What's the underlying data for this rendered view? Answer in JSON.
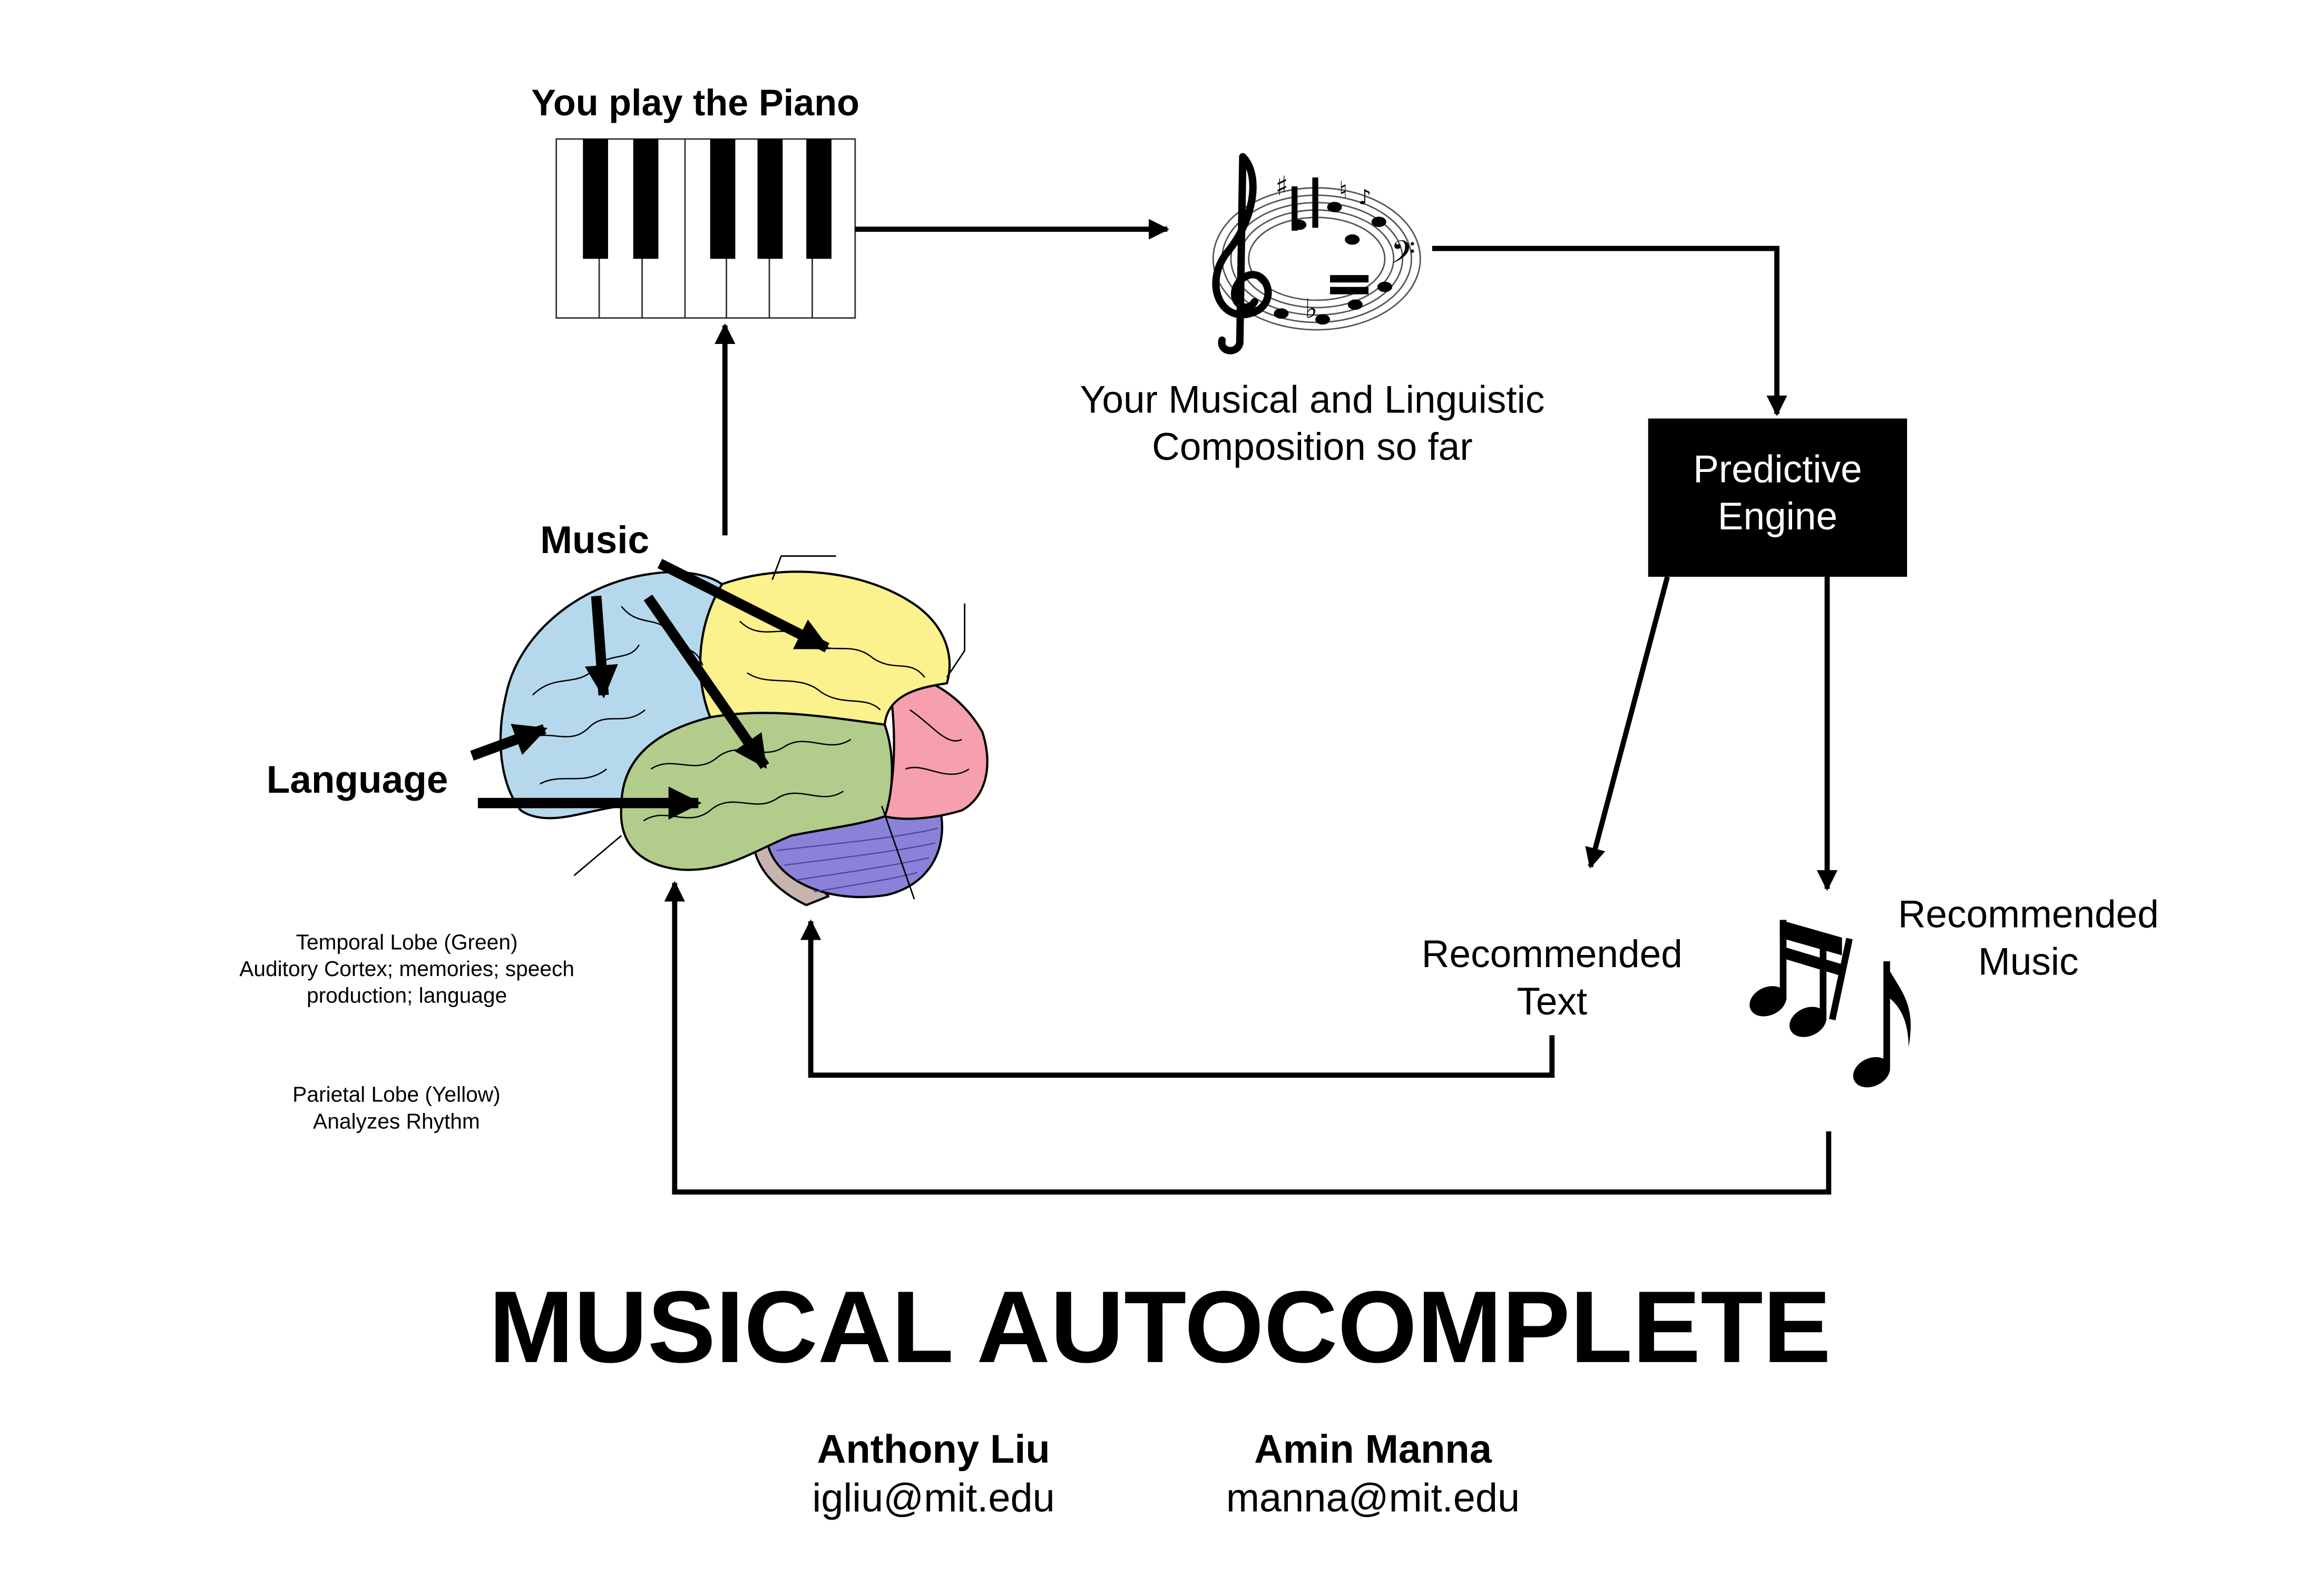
{
  "piano": {
    "title": "You play the Piano"
  },
  "composition": {
    "caption": "Your Musical and Linguistic\nComposition so far"
  },
  "engine": {
    "label": "Predictive\nEngine"
  },
  "brain": {
    "music_label": "Music",
    "language_label": "Language",
    "temporal_note": "Temporal Lobe (Green)\nAuditory Cortex; memories; speech\nproduction; language",
    "parietal_note": "Parietal Lobe (Yellow)\nAnalyzes Rhythm",
    "colors": {
      "frontal": "#b5d8ec",
      "parietal": "#fbf28d",
      "temporal": "#b2cc8c",
      "occipital": "#f5a0ac",
      "cerebellum": "#8a82d8",
      "stem": "#c8b4ae"
    }
  },
  "outputs": {
    "text_label": "Recommended\nText",
    "music_label": "Recommended\nMusic"
  },
  "title": "MUSICAL AUTOCOMPLETE",
  "authors": [
    {
      "name": "Anthony Liu",
      "email": "igliu@mit.edu"
    },
    {
      "name": "Amin Manna",
      "email": "manna@mit.edu"
    }
  ]
}
